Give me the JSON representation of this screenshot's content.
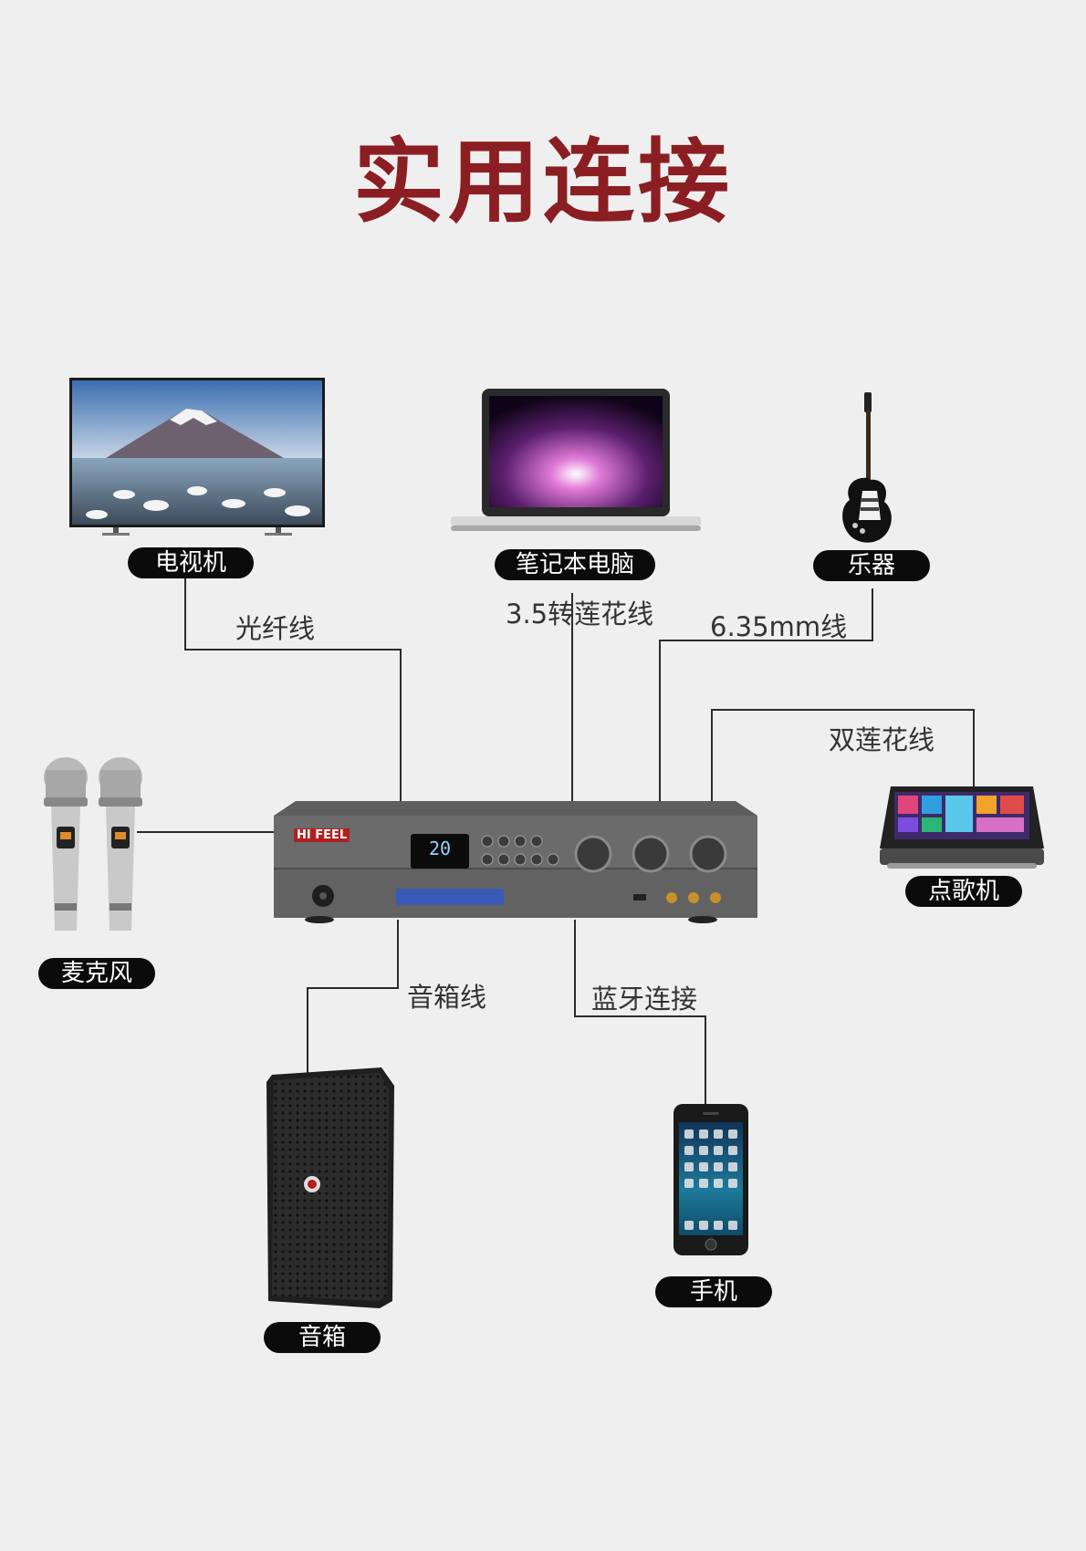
{
  "title": "实用连接",
  "devices": {
    "tv": "电视机",
    "laptop": "笔记本电脑",
    "instrument": "乐器",
    "microphone": "麦克风",
    "jukebox": "点歌机",
    "speaker": "音箱",
    "phone": "手机"
  },
  "cables": {
    "tv": "光纤线",
    "laptop": "3.5转莲花线",
    "instrument": "6.35mm线",
    "jukebox": "双莲花线",
    "speaker": "音箱线",
    "phone": "蓝牙连接"
  },
  "amplifier": {
    "brand": "HI FEEL",
    "display": "20"
  },
  "colors": {
    "title": "#8b1e22",
    "background": "#efefef",
    "label_bg": "#0b0b0b"
  }
}
